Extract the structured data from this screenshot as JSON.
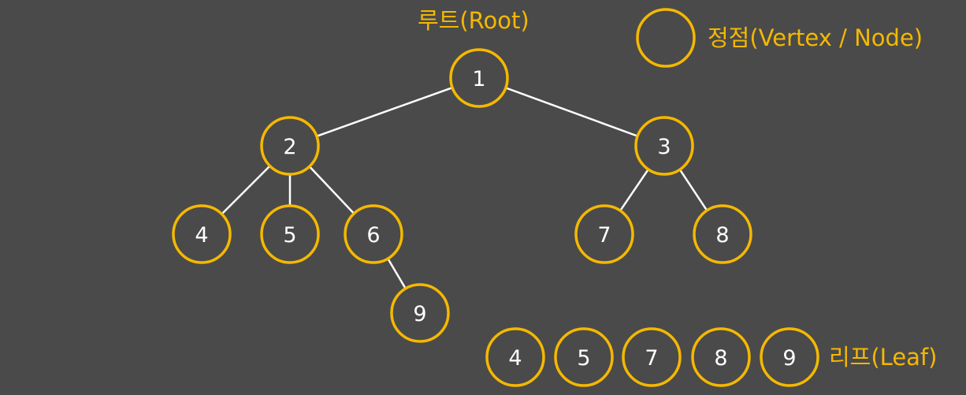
{
  "labels": {
    "root": "루트(Root)",
    "vertex": "정점(Vertex / Node)",
    "leaf": "리프(Leaf)"
  },
  "colors": {
    "background": "#4a4a4a",
    "node_stroke": "#f5b800",
    "edge": "#ffffff",
    "text": "#ffffff",
    "caption": "#f5b800"
  },
  "tree": {
    "nodes": [
      "1",
      "2",
      "3",
      "4",
      "5",
      "6",
      "7",
      "8",
      "9"
    ],
    "edges": [
      [
        "1",
        "2"
      ],
      [
        "1",
        "3"
      ],
      [
        "2",
        "4"
      ],
      [
        "2",
        "5"
      ],
      [
        "2",
        "6"
      ],
      [
        "3",
        "7"
      ],
      [
        "3",
        "8"
      ],
      [
        "6",
        "9"
      ]
    ]
  },
  "legend": {
    "vertex_sample": "",
    "leaves": [
      "4",
      "5",
      "7",
      "8",
      "9"
    ]
  }
}
